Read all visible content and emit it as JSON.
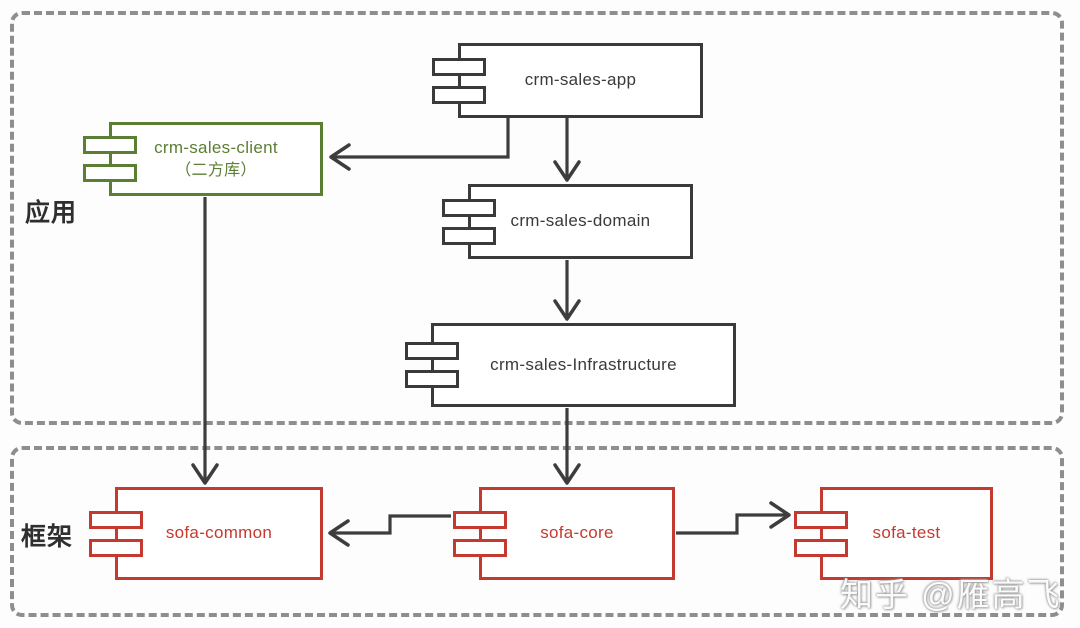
{
  "diagram": {
    "type": "uml-component-diagram",
    "sections": {
      "application": {
        "label": "应用"
      },
      "framework": {
        "label": "框架"
      }
    },
    "components": {
      "app": {
        "label": "crm-sales-app",
        "stroke": "#3a3a3a",
        "section": "application"
      },
      "client": {
        "label": "crm-sales-client",
        "sublabel": "（二方库）",
        "stroke": "#5c7e33",
        "section": "application"
      },
      "domain": {
        "label": "crm-sales-domain",
        "stroke": "#3a3a3a",
        "section": "application"
      },
      "infrastructure": {
        "label": "crm-sales-Infrastructure",
        "stroke": "#3a3a3a",
        "section": "application"
      },
      "sofa_common": {
        "label": "sofa-common",
        "stroke": "#c43a31",
        "section": "framework"
      },
      "sofa_core": {
        "label": "sofa-core",
        "stroke": "#c43a31",
        "section": "framework"
      },
      "sofa_test": {
        "label": "sofa-test",
        "stroke": "#c43a31",
        "section": "framework"
      }
    },
    "edges": [
      {
        "from": "crm-sales-app",
        "to": "crm-sales-client"
      },
      {
        "from": "crm-sales-app",
        "to": "crm-sales-domain"
      },
      {
        "from": "crm-sales-domain",
        "to": "crm-sales-Infrastructure"
      },
      {
        "from": "crm-sales-client",
        "to": "sofa-common"
      },
      {
        "from": "crm-sales-Infrastructure",
        "to": "sofa-core"
      },
      {
        "from": "sofa-core",
        "to": "sofa-common"
      },
      {
        "from": "sofa-core",
        "to": "sofa-test"
      }
    ],
    "colors": {
      "arrow": "#3d3d3d",
      "section_border": "#8e8e8e",
      "app_stroke": "#3a3a3a",
      "client_stroke": "#5c7e33",
      "framework_stroke": "#c43a31"
    }
  },
  "watermark": {
    "text": "知乎 @雁高飞"
  }
}
